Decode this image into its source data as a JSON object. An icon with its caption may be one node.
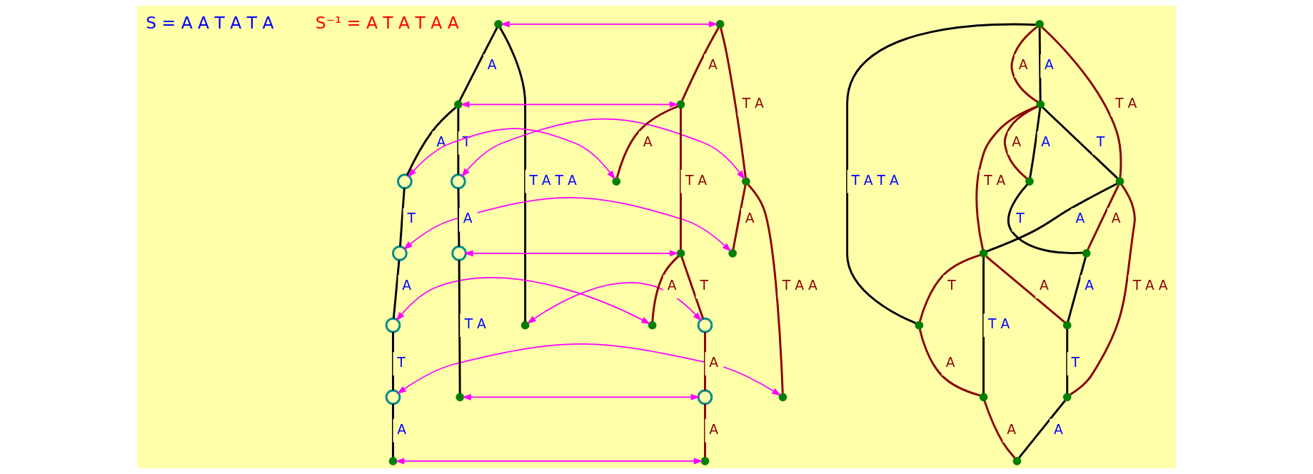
{
  "diagram": {
    "nodes": [
      {
        "text": [],
        "shape": "dot"
      },
      {
        "text": [],
        "shape": "dot"
      },
      {
        "text": [],
        "shape": "circle"
      },
      {
        "text": [],
        "shape": "circle"
      },
      {
        "text": [],
        "shape": "circle"
      },
      {
        "text": [],
        "shape": "circle"
      },
      {
        "text": [],
        "shape": "dot"
      },
      {
        "text": [],
        "shape": "circle"
      },
      {
        "text": [],
        "shape": "circle"
      },
      {
        "text": [],
        "shape": "dot"
      },
      {
        "text": [],
        "shape": "dot"
      },
      {
        "text": [],
        "shape": "dot"
      },
      {
        "text": [],
        "shape": "dot"
      },
      {
        "text": [],
        "shape": "dot"
      },
      {
        "text": [],
        "shape": "dot"
      },
      {
        "text": [],
        "shape": "dot"
      },
      {
        "text": [],
        "shape": "circle"
      },
      {
        "text": [],
        "shape": "circle"
      },
      {
        "text": [],
        "shape": "dot"
      },
      {
        "text": [],
        "shape": "dot"
      },
      {
        "text": [],
        "shape": "dot"
      },
      {
        "text": [],
        "shape": "dot"
      },
      {
        "text": [],
        "shape": "dot"
      },
      {
        "text": [],
        "shape": "dot"
      },
      {
        "text": [],
        "shape": "dot"
      },
      {
        "text": [],
        "shape": "dot"
      },
      {
        "text": [],
        "shape": "dot"
      },
      {
        "text": [],
        "shape": "dot"
      },
      {
        "text": [],
        "shape": "dot"
      },
      {
        "text": [],
        "shape": "dot"
      },
      {
        "text": [],
        "shape": "dot"
      },
      {
        "text": [],
        "shape": "dot"
      },
      {
        "text": [],
        "shape": "dot"
      }
    ],
    "edges": [
      {
        "from": 0,
        "to": 1,
        "arrow": "none",
        "label": "A"
      },
      {
        "from": 0,
        "to": 10,
        "arrow": "none",
        "label": "T A T A"
      },
      {
        "from": 1,
        "to": 2,
        "arrow": "none",
        "label": "A"
      },
      {
        "from": 2,
        "to": 3,
        "arrow": "none",
        "label": "T"
      },
      {
        "from": 3,
        "to": 4,
        "arrow": "none",
        "label": "A"
      },
      {
        "from": 4,
        "to": 5,
        "arrow": "none",
        "label": "T"
      },
      {
        "from": 5,
        "to": 6,
        "arrow": "none",
        "label": "A"
      },
      {
        "from": 1,
        "to": 7,
        "arrow": "none",
        "label": "T"
      },
      {
        "from": 7,
        "to": 8,
        "arrow": "none",
        "label": "A"
      },
      {
        "from": 8,
        "to": 9,
        "arrow": "none",
        "label": "T A"
      },
      {
        "from": 11,
        "to": 12,
        "arrow": "none",
        "label": "A",
        "color": "#8b0000"
      },
      {
        "from": 11,
        "to": 19,
        "arrow": "none",
        "label": "T A",
        "color": "#8b0000"
      },
      {
        "from": 12,
        "to": 13,
        "arrow": "none",
        "label": "A",
        "color": "#8b0000"
      },
      {
        "from": 12,
        "to": 14,
        "arrow": "none",
        "label": "T A",
        "color": "#8b0000"
      },
      {
        "from": 14,
        "to": 15,
        "arrow": "none",
        "label": "A",
        "color": "#8b0000"
      },
      {
        "from": 14,
        "to": 16,
        "arrow": "none",
        "label": "T",
        "color": "#8b0000"
      },
      {
        "from": 16,
        "to": 17,
        "arrow": "none",
        "label": "A",
        "color": "#8b0000"
      },
      {
        "from": 17,
        "to": 18,
        "arrow": "none",
        "label": "A",
        "color": "#8b0000"
      },
      {
        "from": 19,
        "to": 20,
        "arrow": "none",
        "label": "A",
        "color": "#8b0000"
      },
      {
        "from": 19,
        "to": 21,
        "arrow": "none",
        "label": "T A A",
        "color": "#8b0000"
      },
      {
        "from": 0,
        "to": 11,
        "arrow": "both",
        "color": "#ff00ff"
      },
      {
        "from": 1,
        "to": 12,
        "arrow": "both",
        "color": "#ff00ff"
      },
      {
        "from": 2,
        "to": 13,
        "arrow": "both",
        "color": "#ff00ff"
      },
      {
        "from": 7,
        "to": 19,
        "arrow": "both",
        "color": "#ff00ff"
      },
      {
        "from": 8,
        "to": 14,
        "arrow": "both",
        "color": "#ff00ff"
      },
      {
        "from": 3,
        "to": 20,
        "arrow": "both",
        "color": "#ff00ff"
      },
      {
        "from": 10,
        "to": 16,
        "arrow": "both",
        "color": "#ff00ff"
      },
      {
        "from": 4,
        "to": 15,
        "arrow": "both",
        "color": "#ff00ff"
      },
      {
        "from": 9,
        "to": 17,
        "arrow": "both",
        "color": "#ff00ff"
      },
      {
        "from": 5,
        "to": 21,
        "arrow": "both",
        "color": "#ff00ff"
      },
      {
        "from": 6,
        "to": 18,
        "arrow": "both",
        "color": "#ff00ff"
      },
      {
        "from": 22,
        "to": 23,
        "arrow": "none",
        "label": "A"
      },
      {
        "from": 22,
        "to": 29,
        "arrow": "none",
        "label": "T A T A"
      },
      {
        "from": 23,
        "to": 24,
        "arrow": "none",
        "label": "A"
      },
      {
        "from": 24,
        "to": 26,
        "arrow": "none",
        "label": "T"
      },
      {
        "from": 26,
        "to": 28,
        "arrow": "none",
        "label": "A"
      },
      {
        "from": 28,
        "to": 30,
        "arrow": "none",
        "label": "T"
      },
      {
        "from": 30,
        "to": 32,
        "arrow": "none",
        "label": "A"
      },
      {
        "from": 23,
        "to": 25,
        "arrow": "none",
        "label": "T"
      },
      {
        "from": 25,
        "to": 27,
        "arrow": "none",
        "label": "A"
      },
      {
        "from": 27,
        "to": 31,
        "arrow": "none",
        "label": "T A"
      },
      {
        "from": 22,
        "to": 23,
        "arrow": "none",
        "label": "A",
        "color": "#8b0000"
      },
      {
        "from": 22,
        "to": 25,
        "arrow": "none",
        "label": "T A",
        "color": "#8b0000"
      },
      {
        "from": 23,
        "to": 24,
        "arrow": "none",
        "label": "A",
        "color": "#8b0000"
      },
      {
        "from": 23,
        "to": 27,
        "arrow": "none",
        "label": "T A",
        "color": "#8b0000"
      },
      {
        "from": 25,
        "to": 26,
        "arrow": "none",
        "label": "A",
        "color": "#8b0000"
      },
      {
        "from": 25,
        "to": 30,
        "arrow": "none",
        "label": "T A A",
        "color": "#8b0000"
      },
      {
        "from": 27,
        "to": 28,
        "arrow": "none",
        "label": "A",
        "color": "#8b0000"
      },
      {
        "from": 27,
        "to": 29,
        "arrow": "none",
        "label": "T",
        "color": "#8b0000"
      },
      {
        "from": 29,
        "to": 31,
        "arrow": "none",
        "label": "A",
        "color": "#8b0000"
      },
      {
        "from": 31,
        "to": 32,
        "arrow": "none",
        "label": "A",
        "color": "#8b0000"
      }
    ],
    "labels": [
      "S = A A T A T A",
      "S⁻¹ = A T A T A A"
    ]
  }
}
